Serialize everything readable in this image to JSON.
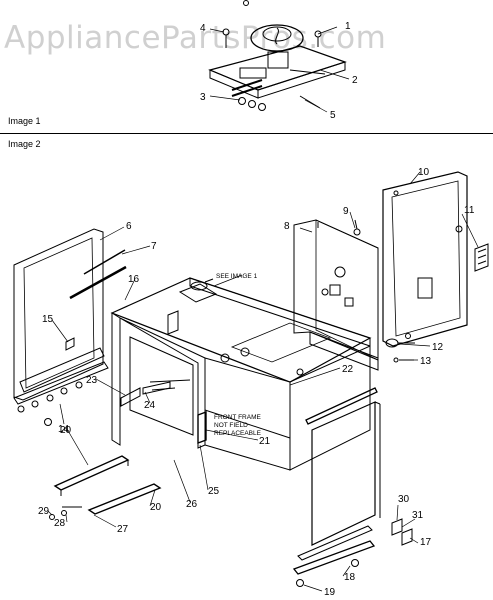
{
  "watermark": "AppliancePartsPros.com",
  "sections": {
    "image1": "Image 1",
    "image2": "Image 2"
  },
  "notes": {
    "see_image": "SEE IMAGE 1",
    "front_frame": [
      "FRONT FRAME",
      "NOT FIELD",
      "REPLACEABLE"
    ]
  },
  "callouts": [
    "1",
    "2",
    "3",
    "4",
    "5",
    "6",
    "7",
    "8",
    "9",
    "10",
    "11",
    "12",
    "13",
    "14",
    "15",
    "16",
    "17",
    "18",
    "19",
    "20",
    "20",
    "21",
    "22",
    "23",
    "24",
    "25",
    "26",
    "27",
    "28",
    "29",
    "30",
    "31"
  ]
}
